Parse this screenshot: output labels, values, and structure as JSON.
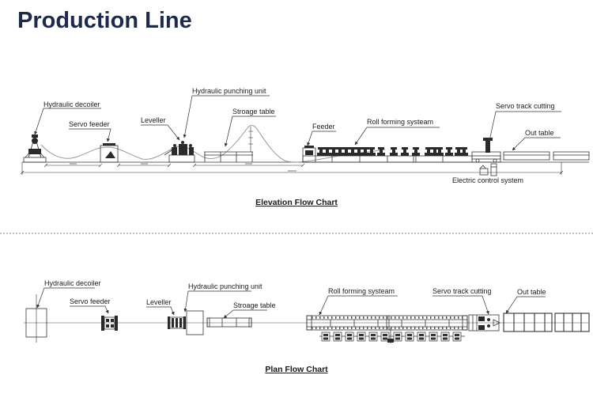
{
  "title": "Production Line",
  "elevation": {
    "caption": "Elevation Flow Chart",
    "labels": {
      "hydraulic_decoiler": "Hydraulic decoiler",
      "servo_feeder": "Servo feeder",
      "leveller": "Leveller",
      "hydraulic_punching_unit": "Hydraulic punching unit",
      "stroage_table": "Stroage table",
      "feeder": "Feeder",
      "roll_forming_systeam": "Roll forming systeam",
      "servo_track_cutting": "Servo track cutting",
      "out_table": "Out table",
      "electric_control_system": "Electric control system"
    }
  },
  "plan": {
    "caption": "Plan Flow Chart",
    "labels": {
      "hydraulic_decoiler": "Hydraulic decoiler",
      "servo_feeder": "Servo feeder",
      "leveller": "Leveller",
      "hydraulic_punching_unit": "Hydraulic punching unit",
      "stroage_table": "Stroage table",
      "roll_forming_systeam": "Roll forming systeam",
      "servo_track_cutting": "Servo track cutting",
      "out_table": "Out table"
    }
  },
  "colors": {
    "title": "#1e2a4a",
    "line_art": "#333333",
    "strip": "#999999",
    "divider": "#c4c4c4"
  }
}
